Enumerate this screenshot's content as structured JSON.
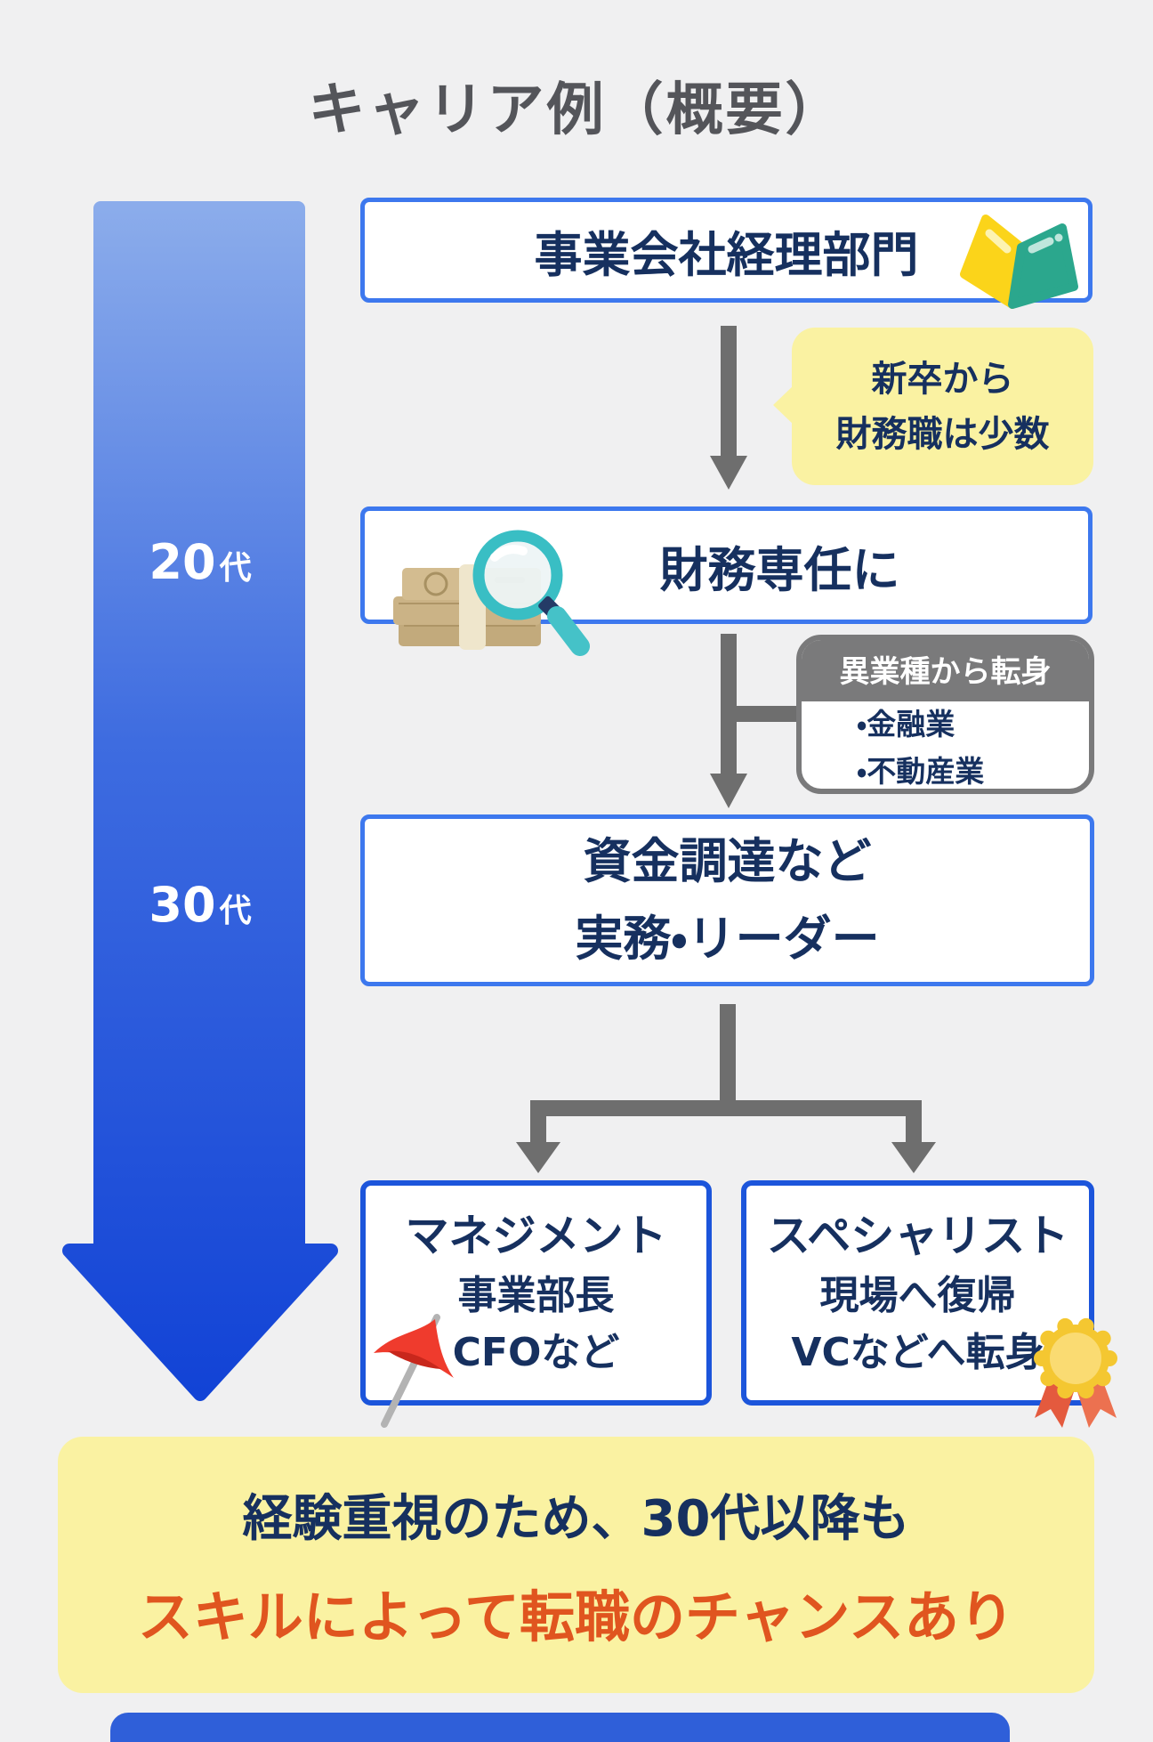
{
  "title": "キャリア例（概要）",
  "timeline": {
    "twenties": {
      "number": "20",
      "suffix": "代"
    },
    "thirties": {
      "number": "30",
      "suffix": "代"
    }
  },
  "flow": {
    "box1": {
      "label": "事業会社経理部門",
      "icon": "open-book-icon"
    },
    "bubble1": {
      "line1": "新卒から",
      "line2": "財務職は少数"
    },
    "box2": {
      "label": "財務専任に",
      "icon": "money-magnifier-icon"
    },
    "side_card": {
      "header": "異業種から転身",
      "items": [
        "・金融業",
        "・不動産業"
      ]
    },
    "box3": {
      "line1": "資金調達など",
      "line2": "実務・リーダー"
    },
    "branch_left": {
      "title": "マネジメント",
      "line2": "事業部長",
      "line3": "CFOなど",
      "icon": "red-flag-icon"
    },
    "branch_right": {
      "title": "スペシャリスト",
      "line2": "現場へ復帰",
      "line3": "VCなどへ転身",
      "icon": "medal-icon"
    }
  },
  "footer": {
    "line1": "経験重視のため、30代以降も",
    "line2": "スキルによって転職のチャンスあり"
  },
  "colors": {
    "background": "#F0F0F1",
    "title_gray": "#54555A",
    "navy_text": "#16305F",
    "box_border_blue": "#3D78EE",
    "box_border_deep_blue": "#1C55DB",
    "arrow_gradient_top": "#8BACEB",
    "arrow_gradient_bottom": "#1243D6",
    "connector_gray": "#6E6E6E",
    "card_gray": "#7A7A7B",
    "highlight_yellow": "#FAF2A2",
    "accent_orange": "#E0551F",
    "next_section_blue": "#2F5FD9"
  }
}
